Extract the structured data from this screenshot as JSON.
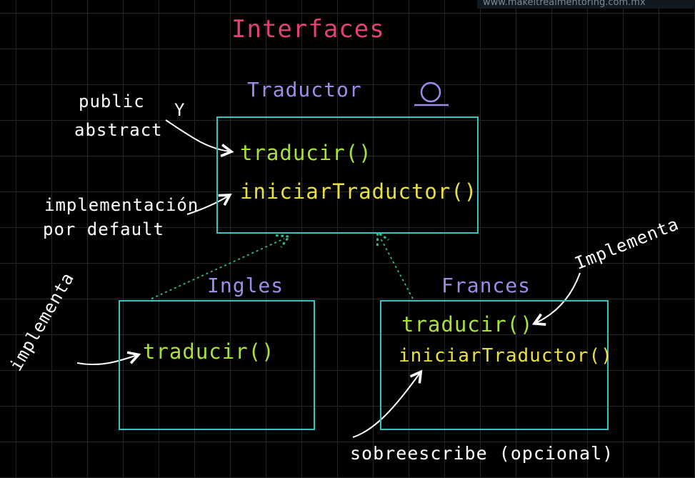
{
  "colors": {
    "title": "#e0417a",
    "class_name": "#9c8ee8",
    "method_green": "#a8e03c",
    "method_yellow": "#e8e040",
    "annotation": "#ffffff",
    "box_border": "#36c4c0",
    "dashed_arrow": "#2fbf8e"
  },
  "header": {
    "url": "www.makeitrealmentoring.com.mx"
  },
  "title": "Interfaces",
  "traductor": {
    "name": "Traductor",
    "interface_icon": "interface-lollipop-icon",
    "methods": [
      "traducir()",
      "iniciarTraductor()"
    ]
  },
  "ingles": {
    "name": "Ingles",
    "methods": [
      "traducir()"
    ]
  },
  "frances": {
    "name": "Frances",
    "methods": [
      "traducir()",
      "iniciarTraductor()"
    ]
  },
  "annotations": {
    "public_abstract_1": "public",
    "public_abstract_2": "abstract",
    "y": "Y",
    "implementacion_1": "implementación",
    "implementacion_2": "por default",
    "implementa_left": "implementa",
    "implementa_right": "Implementa",
    "sobreescribe": "sobreescribe (opcional)"
  }
}
